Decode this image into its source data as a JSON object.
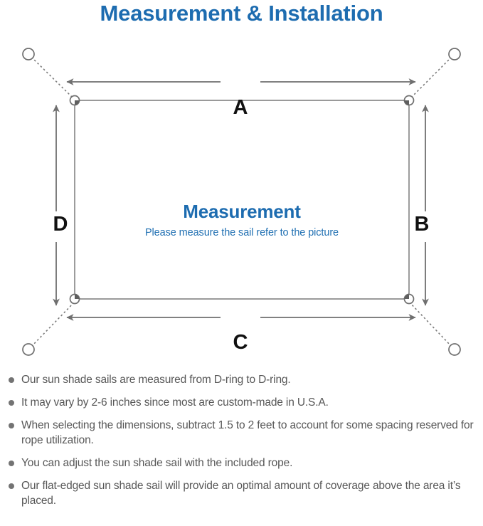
{
  "page": {
    "title": "Measurement & Installation",
    "title_color": "#1d6cb0",
    "background_color": "#ffffff"
  },
  "diagram": {
    "name": "sun-shade-sail-measurement-diagram",
    "line_color": "#6f6f6f",
    "sail_fill": "#ffffff",
    "center": {
      "heading": "Measurement",
      "subheading": "Please measure the sail refer to the picture",
      "heading_color": "#1d6cb0",
      "subheading_color": "#1f6fb2"
    },
    "dimension_labels": [
      {
        "id": "A",
        "label": "A",
        "position": "top",
        "orientation": "horizontal"
      },
      {
        "id": "B",
        "label": "B",
        "position": "right",
        "orientation": "vertical"
      },
      {
        "id": "C",
        "label": "C",
        "position": "bottom",
        "orientation": "horizontal"
      },
      {
        "id": "D",
        "label": "D",
        "position": "left",
        "orientation": "vertical"
      }
    ],
    "anchor_points": [
      {
        "id": "top-left",
        "label": ""
      },
      {
        "id": "top-right",
        "label": ""
      },
      {
        "id": "bottom-left",
        "label": ""
      },
      {
        "id": "bottom-right",
        "label": ""
      }
    ],
    "d_rings": [
      {
        "id": "d-ring-top-left"
      },
      {
        "id": "d-ring-top-right"
      },
      {
        "id": "d-ring-bottom-left"
      },
      {
        "id": "d-ring-bottom-right"
      }
    ]
  },
  "notes": {
    "bullet_color": "#737373",
    "text_color": "#575757",
    "items": [
      "Our sun shade sails are measured from D-ring to D-ring.",
      "It may vary by 2-6 inches since most are custom-made in U.S.A.",
      "When selecting the dimensions, subtract 1.5 to 2 feet to account for some spacing reserved for rope utilization.",
      "You can adjust the sun shade sail with the included rope.",
      "Our flat-edged sun shade sail will provide an optimal amount of coverage above the area it’s placed."
    ]
  }
}
